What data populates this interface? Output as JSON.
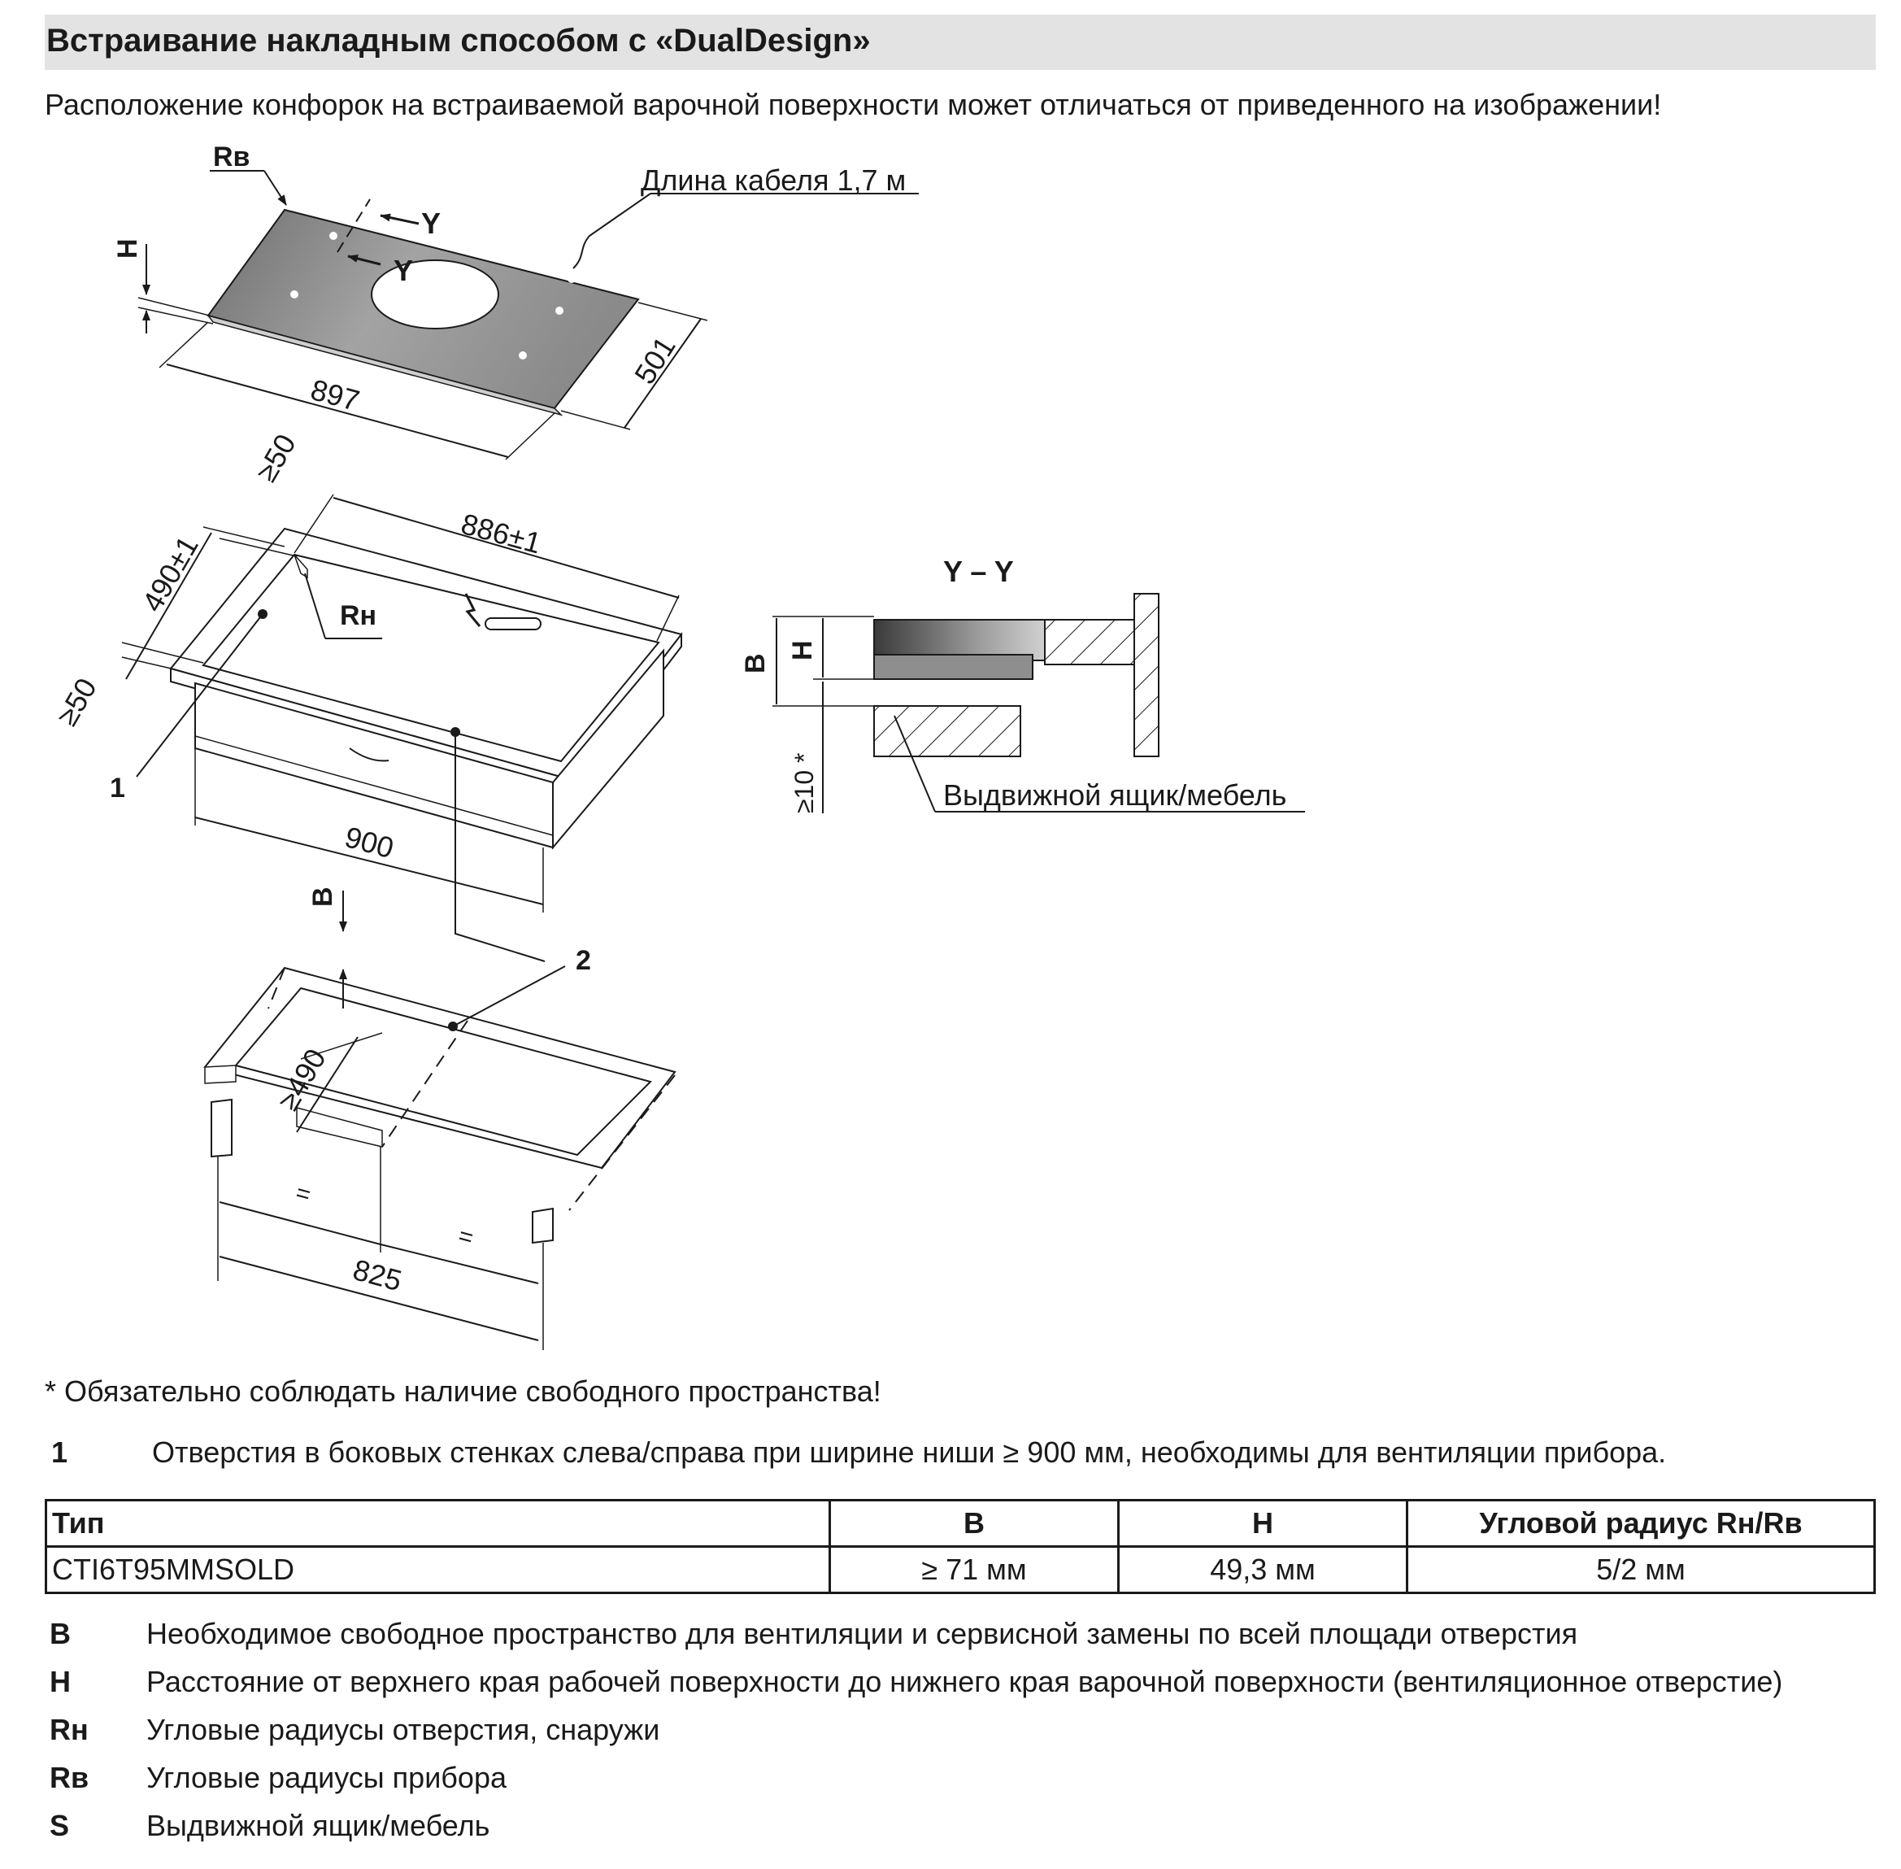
{
  "header": {
    "title": "Встраивание накладным способом с «DualDesign»",
    "subtitle": "Расположение конфорок на встраиваемой варочной поверхности может отличаться от приведенного на изображении!"
  },
  "figure": {
    "cable_label": "Длина кабеля 1,7 м",
    "label_rv": "Rв",
    "label_rn": "Rн",
    "label_h": "H",
    "label_b": "B",
    "label_y1": "Y",
    "label_y2": "Y",
    "dim_897": "897",
    "dim_501": "501",
    "dim_886": "886±1",
    "dim_490": "490±1",
    "dim_50a": "≥50",
    "dim_50b": "≥50",
    "dim_900": "900",
    "dim_490b": "≥490",
    "dim_eq1": "=",
    "dim_eq2": "=",
    "dim_825": "825",
    "callout_1": "1",
    "callout_2": "2",
    "section_title": "Y – Y",
    "section_b": "B",
    "section_h": "H",
    "section_10": "≥10 *",
    "drawer_label": "Выдвижной ящик/мебель"
  },
  "notes": {
    "asterisk": "* Обязательно соблюдать наличие свободного пространства!",
    "footnote_num": "1",
    "footnote_text": "Отверстия в боковых стенках слева/справа при ширине ниши ≥ 900 мм, необходимы для вентиляции прибора."
  },
  "table": {
    "headers": [
      "Тип",
      "B",
      "H",
      "Угловой радиус Rн/Rв"
    ],
    "row": [
      "CTI6T95MMSOLD",
      "≥ 71 мм",
      "49,3 мм",
      "5/2 мм"
    ]
  },
  "legend": [
    {
      "key": "B",
      "text": "Необходимое свободное пространство для вентиляции и сервисной замены по всей площади отверстия"
    },
    {
      "key": "H",
      "text": "Расстояние от верхнего края рабочей поверхности до нижнего края варочной поверхности (вентиляционное отверстие)"
    },
    {
      "key": "Rн",
      "text": "Угловые радиусы отверстия, снаружи"
    },
    {
      "key": "Rв",
      "text": "Угловые радиусы прибора"
    },
    {
      "key": "S",
      "text": "Выдвижной ящик/мебель"
    }
  ],
  "colors": {
    "title_bar": "#e3e3e3",
    "hob_gray": "#8e8e8e",
    "hob_dark": "#4a4a4a"
  }
}
